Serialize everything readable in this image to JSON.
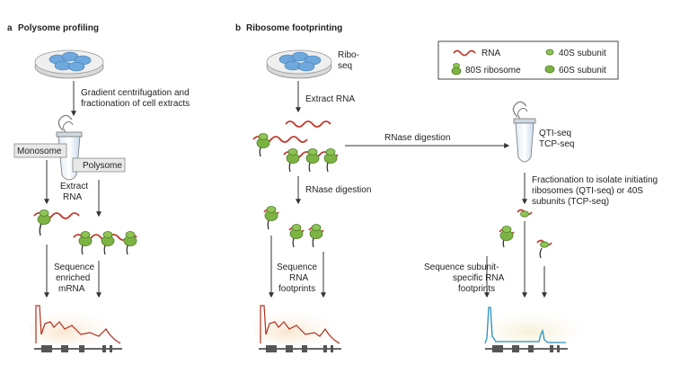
{
  "panel_a": {
    "letter": "a",
    "title": "Polysome profiling",
    "step_gradient_1": "Gradient centrifugation and",
    "step_gradient_2": "fractionation of cell extracts",
    "monosome_label": "Monosome",
    "polysome_label": "Polysome",
    "extract_1": "Extract",
    "extract_2": "RNA",
    "sequence_1": "Sequence",
    "sequence_2": "enriched",
    "sequence_3": "mRNA"
  },
  "panel_b": {
    "letter": "b",
    "title": "Ribosome footprinting",
    "riboseq_1": "Ribo-",
    "riboseq_2": "seq",
    "extract_rna": "Extract RNA",
    "rnase_digestion_top": "RNase digestion",
    "rnase_digestion_mid": "RNase digestion",
    "sequence_1": "Sequence",
    "sequence_2": "RNA",
    "sequence_3": "footprints",
    "qti_seq": "QTI-seq",
    "tcp_seq": "TCP-seq",
    "fraction_1": "Fractionation to isolate initiating",
    "fraction_2": "ribosomes (QTI-seq) or 40S",
    "fraction_3": "subunits (TCP-seq)",
    "subunit_seq_1": "Sequence subunit-",
    "subunit_seq_2": "specific RNA",
    "subunit_seq_3": "footprints"
  },
  "legend": {
    "rna": "RNA",
    "s40": "40S subunit",
    "r80": "80S ribosome",
    "s60": "60S subunit"
  },
  "colors": {
    "rna": "#c0392b",
    "ribosome": "#7cb342",
    "ribosome_dark": "#4f7d2a",
    "dish": "#6fa8dc",
    "profile_red": "#b03020",
    "profile_blue": "#2a8fc0",
    "arrow": "#333333"
  }
}
